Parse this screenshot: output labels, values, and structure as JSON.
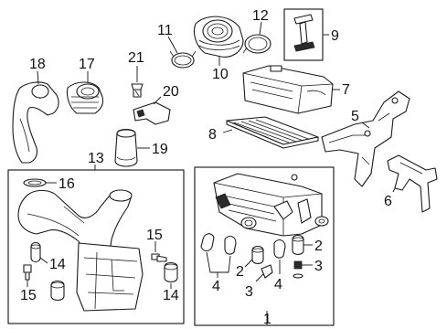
{
  "callouts": {
    "c18": "18",
    "c17": "17",
    "c21": "21",
    "c20": "20",
    "c19": "19",
    "c11": "11",
    "c10": "10",
    "c12": "12",
    "c9": "9",
    "c7": "7",
    "c8": "8",
    "c5": "5",
    "c6": "6",
    "c13": "13",
    "c16": "16",
    "c15a": "15",
    "c14a": "14",
    "c15b": "15",
    "c14b": "14",
    "c4a": "4",
    "c2a": "2",
    "c3a": "3",
    "c4b": "4",
    "c2b": "2",
    "c3b": "3",
    "c1": "1"
  }
}
